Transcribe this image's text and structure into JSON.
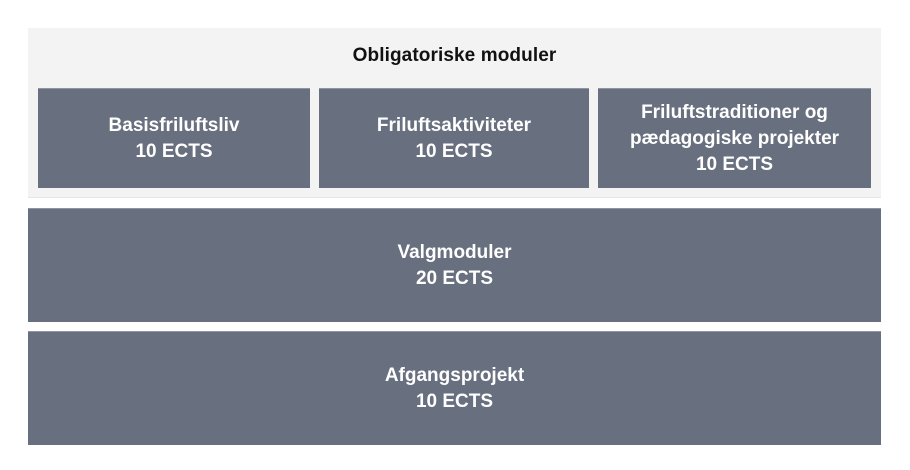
{
  "diagram": {
    "colors": {
      "panel_background": "#f3f3f3",
      "module_box": "#686f7f",
      "module_text": "#ffffff",
      "title_text": "#111111"
    },
    "mandatory_section": {
      "title": "Obligatoriske moduler",
      "modules": [
        {
          "name_line1": "Basisfriluftsliv",
          "name_line2": "",
          "credits": "10 ECTS"
        },
        {
          "name_line1": "Friluftsaktiviteter",
          "name_line2": "",
          "credits": "10 ECTS"
        },
        {
          "name_line1": "Friluftstraditioner og",
          "name_line2": "pædagogiske projekter",
          "credits": "10 ECTS"
        }
      ]
    },
    "elective_section": {
      "name": "Valgmoduler",
      "credits": "20 ECTS"
    },
    "final_project": {
      "name": "Afgangsprojekt",
      "credits": "10 ECTS"
    }
  }
}
